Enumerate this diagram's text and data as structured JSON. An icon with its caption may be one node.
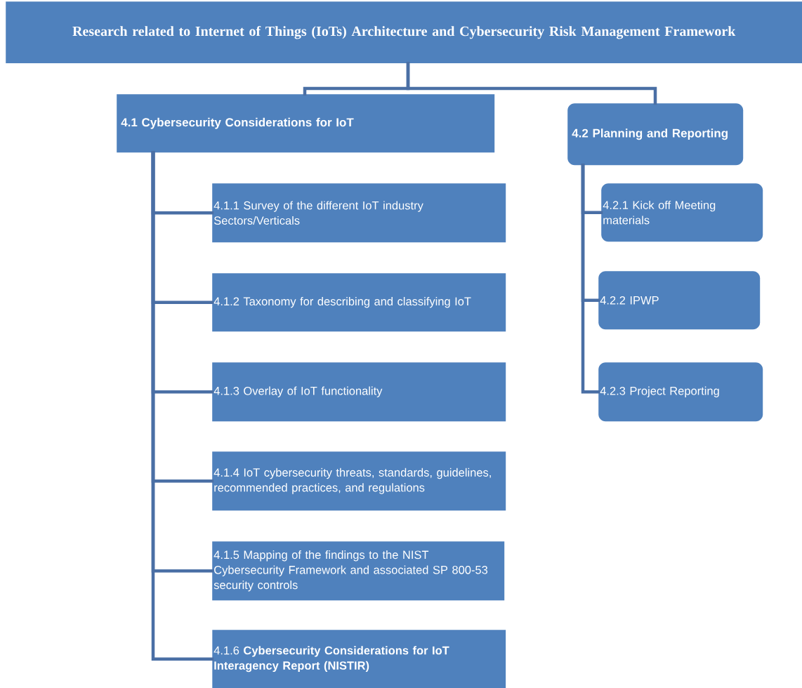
{
  "diagram": {
    "nodes": [
      {
        "text": [
          "Research related to Internet of Things (IoTs) Architecture and Cybersecurity Risk Management Framework"
        ]
      },
      {
        "text": [
          "4.1 Cybersecurity Considerations for IoT"
        ]
      },
      {
        "text": [
          "4.2 Planning and Reporting"
        ]
      },
      {
        "text": [
          "4.1.1 Survey of the different IoT industry Sectors/Verticals"
        ]
      },
      {
        "text": [
          "4.1.2 Taxonomy for describing and classifying IoT"
        ]
      },
      {
        "text": [
          "4.1.3 Overlay of IoT functionality"
        ]
      },
      {
        "text": [
          "4.1.4 IoT cybersecurity threats, standards, guidelines, recommended practices, and regulations"
        ]
      },
      {
        "text": [
          "4.1.5 Mapping of the findings to the NIST Cybersecurity Framework and associated SP 800-53 security controls"
        ]
      },
      {
        "text": [
          "4.1.6 **Cybersecurity Considerations for IoT Interagency Report (NISTIR)**"
        ]
      },
      {
        "text": [
          "4.2.1 Kick off Meeting materials"
        ]
      },
      {
        "text": [
          "4.2.2 IPWP"
        ]
      },
      {
        "text": [
          "4.2.3 Project Reporting"
        ]
      }
    ],
    "edges": [
      {
        "from": 0,
        "to": 1,
        "arrow": "none"
      },
      {
        "from": 0,
        "to": 2,
        "arrow": "none"
      },
      {
        "from": 1,
        "to": 3,
        "arrow": "none"
      },
      {
        "from": 1,
        "to": 4,
        "arrow": "none"
      },
      {
        "from": 1,
        "to": 5,
        "arrow": "none"
      },
      {
        "from": 1,
        "to": 6,
        "arrow": "none"
      },
      {
        "from": 1,
        "to": 7,
        "arrow": "none"
      },
      {
        "from": 1,
        "to": 8,
        "arrow": "none"
      },
      {
        "from": 2,
        "to": 9,
        "arrow": "none"
      },
      {
        "from": 2,
        "to": 10,
        "arrow": "none"
      },
      {
        "from": 2,
        "to": 11,
        "arrow": "none"
      }
    ]
  }
}
